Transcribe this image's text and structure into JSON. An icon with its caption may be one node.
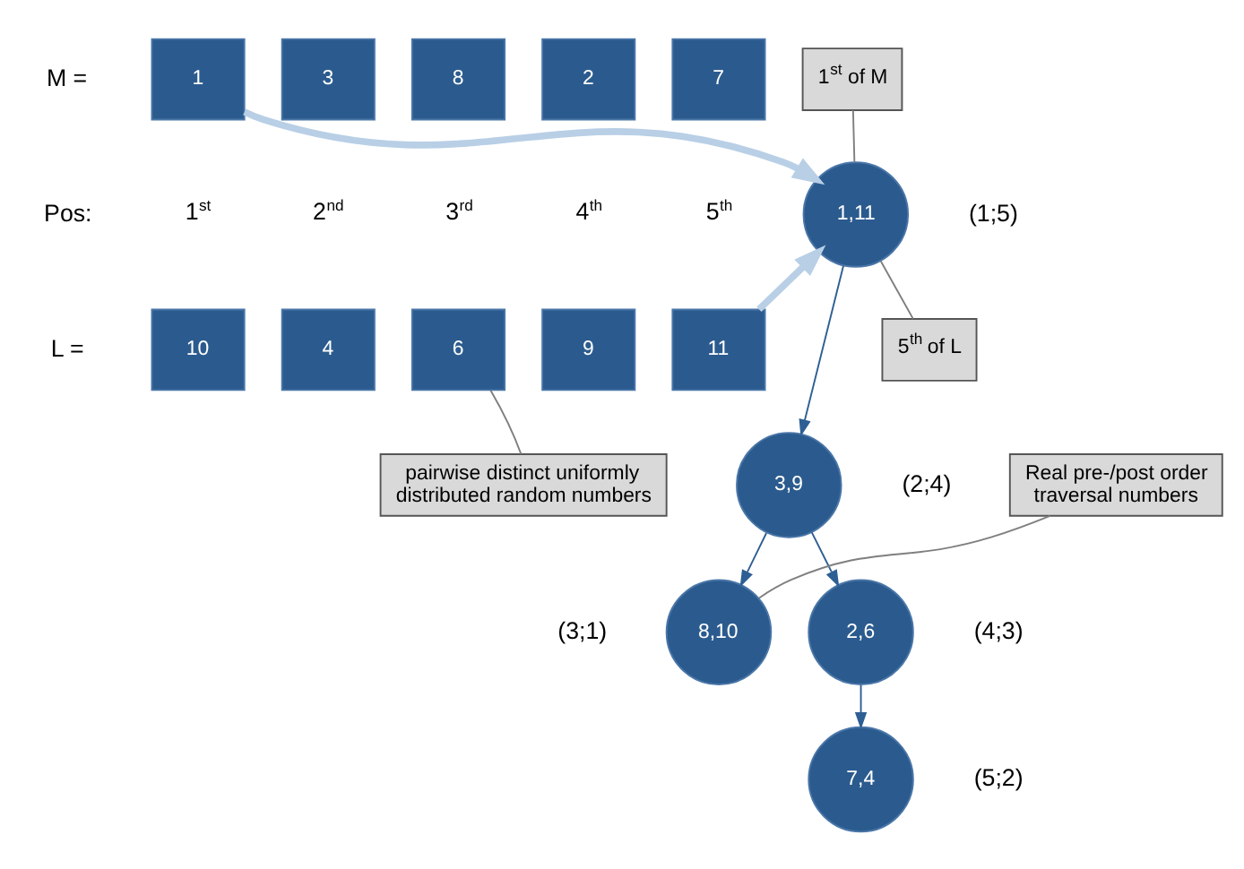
{
  "diagram": {
    "nodes": [
      {
        "text": [
          "1"
        ]
      },
      {
        "text": [
          "3"
        ]
      },
      {
        "text": [
          "8"
        ]
      },
      {
        "text": [
          "2"
        ]
      },
      {
        "text": [
          "7"
        ]
      },
      {
        "text": [
          "10"
        ]
      },
      {
        "text": [
          "4"
        ]
      },
      {
        "text": [
          "6"
        ]
      },
      {
        "text": [
          "9"
        ]
      },
      {
        "text": [
          "11"
        ]
      },
      {
        "text": [
          "1,11"
        ],
        "beside": [
          "(1;5)"
        ]
      },
      {
        "text": [
          "3,9"
        ],
        "beside": [
          "(2;4)"
        ]
      },
      {
        "text": [
          "8,10"
        ],
        "beside": [
          "(3;1)"
        ]
      },
      {
        "text": [
          "2,6"
        ],
        "beside": [
          "(4;3)"
        ]
      },
      {
        "text": [
          "7,4"
        ],
        "beside": [
          "(5;2)"
        ]
      },
      {
        "text": [
          "pairwise distinct uniformly distributed random numbers"
        ]
      },
      {
        "text": [
          "Real pre-/post order traversal numbers"
        ]
      },
      {
        "text": [
          "1$^{st}$ of M"
        ]
      },
      {
        "text": [
          "5$^{th}$ of L"
        ]
      }
    ],
    "edges": [
      {
        "from": 0,
        "to": 10,
        "arrow": "to",
        "style": "thick",
        "color": "#b8cfe6"
      },
      {
        "from": 9,
        "to": 10,
        "arrow": "to",
        "style": "thick",
        "color": "#b8cfe6"
      },
      {
        "from": 10,
        "to": 11,
        "arrow": "to"
      },
      {
        "from": 11,
        "to": 12,
        "arrow": "to"
      },
      {
        "from": 11,
        "to": 13,
        "arrow": "to"
      },
      {
        "from": 13,
        "to": 14,
        "arrow": "to"
      },
      {
        "from": 15,
        "to": 7,
        "arrow": "none",
        "color": "#7f7f7f"
      },
      {
        "from": 16,
        "to": 12,
        "arrow": "none",
        "color": "#7f7f7f"
      },
      {
        "from": 17,
        "to": 10,
        "arrow": "none",
        "color": "#7f7f7f"
      },
      {
        "from": 18,
        "to": 10,
        "arrow": "none",
        "color": "#7f7f7f"
      }
    ],
    "labels": [
      "M =",
      "Pos:",
      "1$^{st}$",
      "2$^{nd}$",
      "3$^{rd}$",
      "4$^{th}$",
      "5$^{th}$",
      "L ="
    ]
  }
}
